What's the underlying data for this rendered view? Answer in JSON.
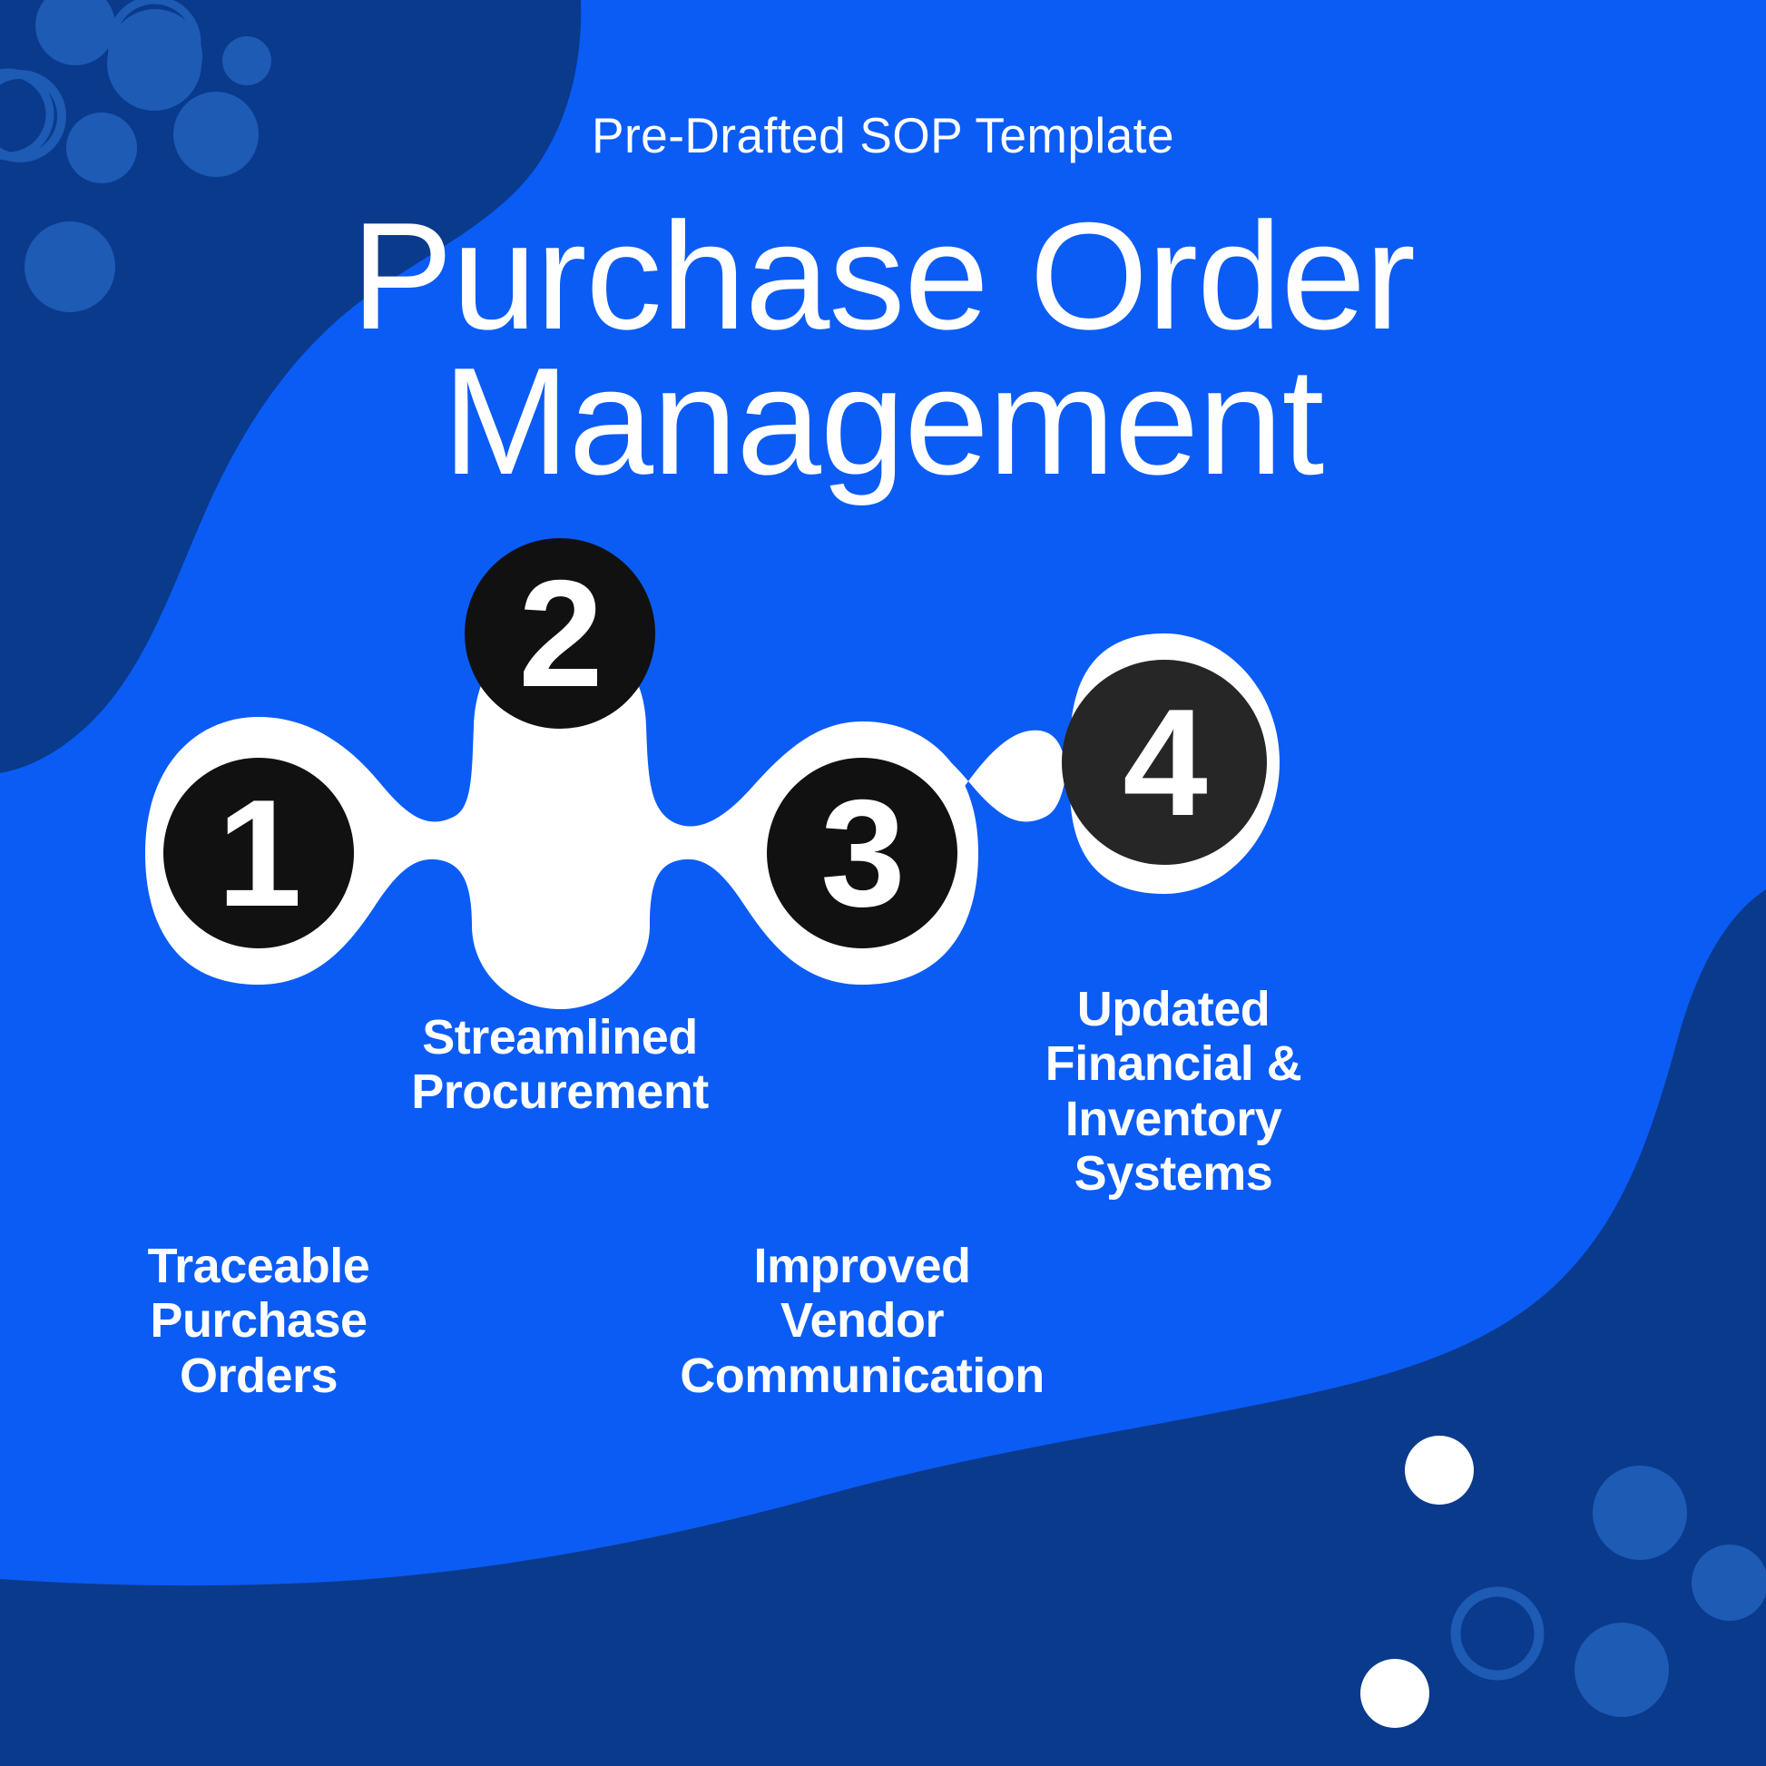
{
  "poster": {
    "eyebrow": "Pre-Drafted SOP Template",
    "title_line_1": "Purchase Order",
    "title_line_2": "Management",
    "background_color": "#0b5cf5",
    "accent_dark_color": "#0a3a8c",
    "node_color": "#1c1c1c",
    "band_color": "#ffffff",
    "text_color": "#ffffff"
  },
  "steps": [
    {
      "number": "1",
      "label_lines": [
        "Traceable",
        "Purchase",
        "Orders"
      ],
      "position": "bottom"
    },
    {
      "number": "2",
      "label_lines": [
        "Streamlined",
        "Procurement"
      ],
      "position": "top"
    },
    {
      "number": "3",
      "label_lines": [
        "Improved",
        "Vendor",
        "Communication"
      ],
      "position": "bottom"
    },
    {
      "number": "4",
      "label_lines": [
        "Updated",
        "Financial &",
        "Inventory",
        "Systems"
      ],
      "position": "top"
    }
  ]
}
